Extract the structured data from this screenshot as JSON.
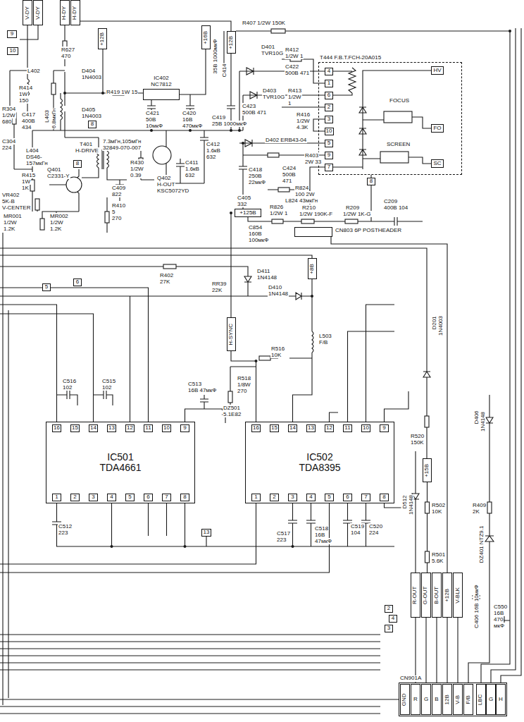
{
  "diagram": {
    "nodes": [
      {
        "text": [
          "V-DY"
        ]
      },
      {
        "text": [
          "V-DY"
        ]
      },
      {
        "text": [
          "H-DY"
        ]
      },
      {
        "text": [
          "H-DY"
        ]
      },
      {
        "text": [
          "9"
        ]
      },
      {
        "text": [
          "10"
        ]
      },
      {
        "text": [
          "IC402",
          "NC7812"
        ]
      },
      {
        "text": [
          "+12B"
        ]
      },
      {
        "text": [
          "+16B"
        ]
      },
      {
        "text": [
          "+12B"
        ]
      },
      {
        "text": [
          "8"
        ]
      },
      {
        "text": [
          "8"
        ]
      },
      {
        "text": [
          "T444 F.B.T.FCH-20A015"
        ]
      },
      {
        "text": [
          "4"
        ],
        "in": 12
      },
      {
        "text": [
          "1"
        ],
        "in": 12
      },
      {
        "text": [
          "6"
        ],
        "in": 12
      },
      {
        "text": [
          "2"
        ],
        "in": 12
      },
      {
        "text": [
          "3"
        ],
        "in": 12
      },
      {
        "text": [
          "10"
        ],
        "in": 12
      },
      {
        "text": [
          "5"
        ],
        "in": 12
      },
      {
        "text": [
          "9"
        ],
        "in": 12
      },
      {
        "text": [
          "7"
        ],
        "in": 12
      },
      {
        "text": [
          "HV"
        ],
        "in": 12
      },
      {
        "text": [
          "FO"
        ],
        "in": 12
      },
      {
        "text": [
          "SC"
        ],
        "in": 12
      },
      {
        "text": [
          "8"
        ]
      },
      {
        "text": [
          "+125B"
        ]
      },
      {
        "text": [
          "CN803 6P POSTHEADER"
        ]
      },
      {
        "text": [
          "5"
        ]
      },
      {
        "text": [
          "6"
        ]
      },
      {
        "text": [
          "+8B"
        ]
      },
      {
        "text": [
          "H-SYNC"
        ]
      },
      {
        "text": [
          "IC501",
          "TDA4661"
        ]
      },
      {
        "text": [
          "16"
        ],
        "in": 32
      },
      {
        "text": [
          "15"
        ],
        "in": 32
      },
      {
        "text": [
          "14"
        ],
        "in": 32
      },
      {
        "text": [
          "13"
        ],
        "in": 32
      },
      {
        "text": [
          "12"
        ],
        "in": 32
      },
      {
        "text": [
          "11"
        ],
        "in": 32
      },
      {
        "text": [
          "10"
        ],
        "in": 32
      },
      {
        "text": [
          "9"
        ],
        "in": 32
      },
      {
        "text": [
          "1"
        ],
        "in": 32
      },
      {
        "text": [
          "2"
        ],
        "in": 32
      },
      {
        "text": [
          "3"
        ],
        "in": 32
      },
      {
        "text": [
          "4"
        ],
        "in": 32
      },
      {
        "text": [
          "5"
        ],
        "in": 32
      },
      {
        "text": [
          "6"
        ],
        "in": 32
      },
      {
        "text": [
          "7"
        ],
        "in": 32
      },
      {
        "text": [
          "8"
        ],
        "in": 32
      },
      {
        "text": [
          "IC502",
          "TDA8395"
        ]
      },
      {
        "text": [
          "16"
        ],
        "in": 49
      },
      {
        "text": [
          "15"
        ],
        "in": 49
      },
      {
        "text": [
          "14"
        ],
        "in": 49
      },
      {
        "text": [
          "13"
        ],
        "in": 49
      },
      {
        "text": [
          "12"
        ],
        "in": 49
      },
      {
        "text": [
          "11"
        ],
        "in": 49
      },
      {
        "text": [
          "10"
        ],
        "in": 49
      },
      {
        "text": [
          "9"
        ],
        "in": 49
      },
      {
        "text": [
          "1"
        ],
        "in": 49
      },
      {
        "text": [
          "2"
        ],
        "in": 49
      },
      {
        "text": [
          "3"
        ],
        "in": 49
      },
      {
        "text": [
          "4"
        ],
        "in": 49
      },
      {
        "text": [
          "5"
        ],
        "in": 49
      },
      {
        "text": [
          "6"
        ],
        "in": 49
      },
      {
        "text": [
          "7"
        ],
        "in": 49
      },
      {
        "text": [
          "8"
        ],
        "in": 49
      },
      {
        "text": [
          "13"
        ]
      },
      {
        "text": [
          "+15B"
        ]
      },
      {
        "text": [
          "R-OUT"
        ]
      },
      {
        "text": [
          "G-OUT"
        ]
      },
      {
        "text": [
          "B-OUT"
        ]
      },
      {
        "text": [
          "+12B"
        ]
      },
      {
        "text": [
          "V-BLK"
        ]
      },
      {
        "text": [
          "2"
        ]
      },
      {
        "text": [
          "4"
        ]
      },
      {
        "text": [
          "3"
        ]
      },
      {
        "text": [
          "CN901A"
        ]
      },
      {
        "text": [
          "GND"
        ],
        "in": 76
      },
      {
        "text": [
          "R"
        ],
        "in": 76
      },
      {
        "text": [
          "G"
        ],
        "in": 76
      },
      {
        "text": [
          "B"
        ],
        "in": 76
      },
      {
        "text": [
          "12B"
        ],
        "in": 76
      },
      {
        "text": [
          "V-B"
        ],
        "in": 76
      },
      {
        "text": [
          "F/B"
        ],
        "in": 76
      },
      {
        "text": [
          "LBC"
        ],
        "in": 76
      },
      {
        "text": [
          "G"
        ],
        "in": 76
      },
      {
        "text": [
          "H"
        ],
        "in": 76
      }
    ],
    "edges": [
      {
        "from": 68,
        "to": 78,
        "arrow": "none"
      },
      {
        "from": 69,
        "to": 79,
        "arrow": "none"
      },
      {
        "from": 70,
        "to": 80,
        "arrow": "none"
      },
      {
        "from": 71,
        "to": 81,
        "arrow": "none"
      },
      {
        "from": 72,
        "to": 82,
        "arrow": "none"
      }
    ],
    "labels": [
      "R627",
      "470",
      "L402",
      "D404",
      "1N4003",
      "R419 1W 15",
      "R414",
      "1W",
      "150",
      "R304",
      "1/2W",
      "680",
      "C417",
      "400B",
      "434",
      "L403",
      "6.8мкГн",
      "C304",
      "224",
      "L404",
      "DS46-",
      "157мкГн",
      "R415",
      "1W",
      "1K",
      "VR402",
      "5K-B",
      "V-CENTER",
      "MR001",
      "1/2W",
      "1.2K",
      "MR002",
      "1/2W",
      "1.2K",
      "Q401",
      "C2331-Y",
      "D405",
      "1N4003",
      "T401",
      "H-DRIVE",
      "7.3мГн,105мГн",
      "32849-070-007",
      "R430",
      "1/2W",
      "0.39",
      "Q402",
      "H-OUT",
      "KSC5072YD",
      "C409",
      "822",
      "R410",
      "5",
      "270",
      "C421",
      "50B",
      "10мкФ",
      "C420",
      "16B",
      "470мкФ",
      "C412",
      "1.6кВ",
      "632",
      "C411",
      "1.6кВ",
      "632",
      "35B 1000мкФ",
      "R407 1/2W 150K",
      "D401",
      "TVR10G",
      "R412",
      "1/2W 1",
      "C414",
      "C422",
      "500B 471",
      "D403",
      "TVR10G",
      "R413",
      "1/2W",
      "1",
      "C419",
      "25B 1000мкФ",
      "C423",
      "500B 471",
      "R416",
      "1/2W",
      "4.3K",
      "D402 ERB43-04",
      "R403",
      "2W 33",
      "C418",
      "250B",
      "22мкФ",
      "C424",
      "500B",
      "471",
      "R824",
      "100 2W",
      "L824 43мкГн",
      "C405",
      "332",
      "R826",
      "1/2W 1",
      "R210",
      "1/2W 190K-F",
      "R209",
      "1/2W 1K-G",
      "C209",
      "400B 104",
      "C854",
      "160B",
      "100мкФ",
      "FOCUS",
      "SCREEN",
      "R402",
      "27K",
      "RR39",
      "22K",
      "D411",
      "1N4148",
      "D410",
      "1N4148",
      "R516",
      "10K",
      "L503",
      "F/B",
      "C516",
      "102",
      "C515",
      "102",
      "C513",
      "16B 47мкФ",
      "R518",
      "1/8W",
      "270",
      "DZ501",
      "5.1E82",
      "D201",
      "1N4003",
      "R520",
      "150K",
      "D406",
      "1N4148",
      "C512",
      "223",
      "C517",
      "223",
      "C518",
      "16B",
      "47мкФ",
      "C519",
      "104",
      "C520",
      "224",
      "D512",
      "1N4148",
      "R502",
      "10K",
      "R501",
      "5.6K",
      "R409",
      "2K",
      "DZ401 NTZ9.1",
      "C406 16B 10мкФ",
      "C550",
      "16B",
      "470",
      "мкФ"
    ]
  }
}
